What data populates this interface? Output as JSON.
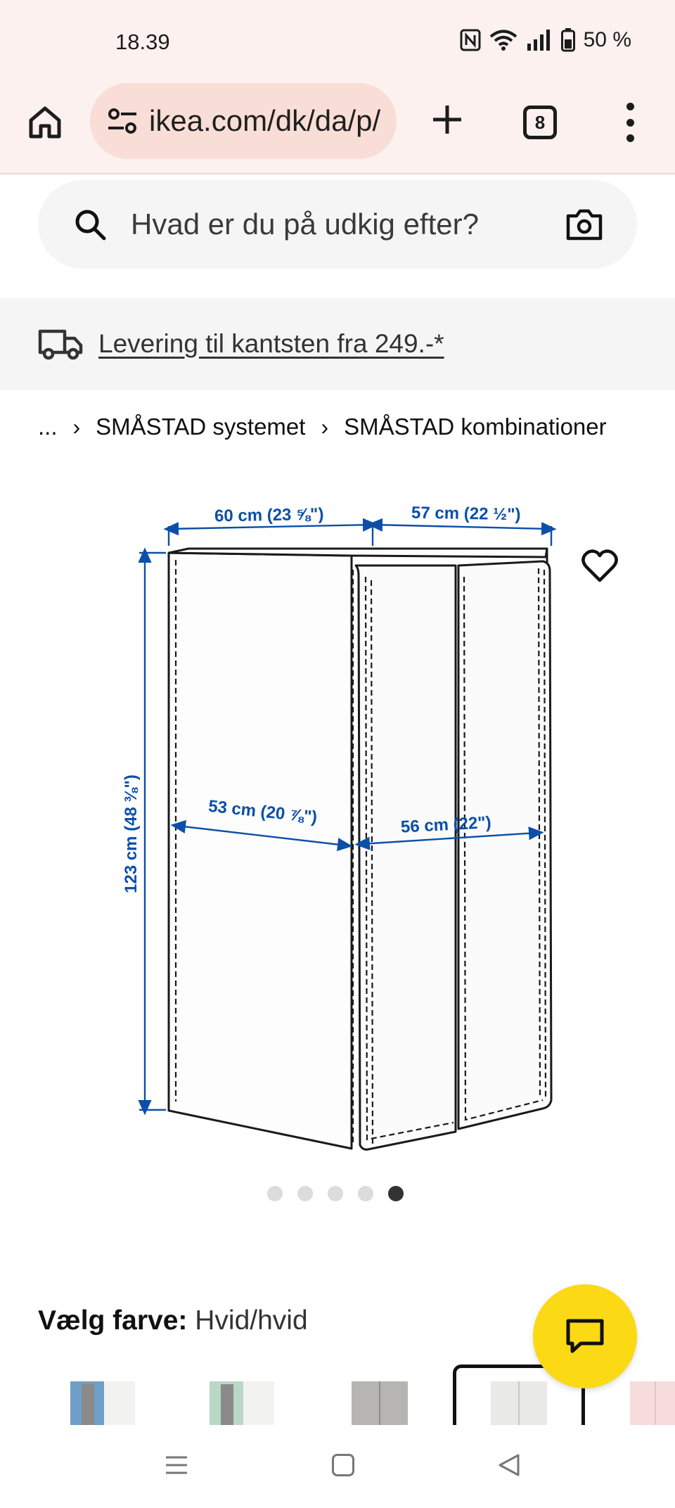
{
  "status_bar": {
    "time": "18.39",
    "battery": "50 %",
    "icons": [
      "nfc-icon",
      "wifi-icon",
      "signal-icon",
      "battery-icon"
    ]
  },
  "browser": {
    "url": "ikea.com/dk/da/p/",
    "tab_count": "8",
    "icons": [
      "home-icon",
      "site-settings-icon",
      "new-tab-icon",
      "tab-switcher-icon",
      "more-menu-icon"
    ]
  },
  "search": {
    "placeholder": "Hvad er du på udkig efter?",
    "icons": [
      "search-icon",
      "camera-icon"
    ]
  },
  "banner": {
    "text": "Levering til kantsten fra 249.-*",
    "icon": "truck-icon"
  },
  "breadcrumb": {
    "items": [
      "...",
      "SMÅSTAD systemet",
      "SMÅSTAD kombinationer"
    ]
  },
  "product_image": {
    "dimensions": {
      "width_front": "60 cm (23 ⅝\")",
      "depth_top": "57 cm (22 ½\")",
      "height": "123 cm (48 ⅜\")",
      "inner_left": "53 cm (20 ⅞\")",
      "inner_right": "56 cm (22\")"
    },
    "dimension_color": "#0b4fa8",
    "carousel_total": 5,
    "carousel_active": 5,
    "icons": [
      "favorite-heart-icon"
    ]
  },
  "colour": {
    "label": "Vælg farve:",
    "value": "Hvid/hvid",
    "swatches": [
      "blue",
      "green",
      "grey",
      "white",
      "pink"
    ],
    "selected_index": 3
  },
  "chat": {
    "icon": "chat-icon",
    "accent": "#fbd914"
  },
  "nav_bar": {
    "icons": [
      "recents-icon",
      "home-square-icon",
      "back-icon"
    ]
  }
}
